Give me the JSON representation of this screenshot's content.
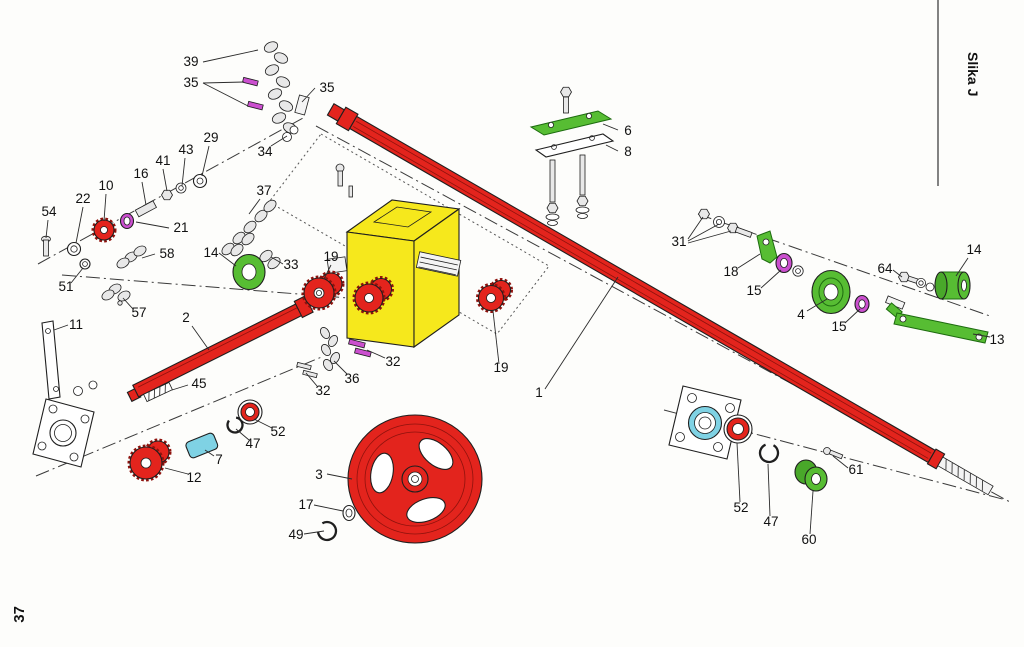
{
  "page": {
    "number": "37",
    "figure_label": "Slika J"
  },
  "colors": {
    "c-red": "#e3241d",
    "c-yellow": "#f6e81c",
    "c-green": "#57bd33",
    "c-green2": "#49a82a",
    "c-magenta": "#cb4fcf",
    "c-cyan": "#7fd2e4"
  },
  "diagram": {
    "type": "exploded-parts-diagram",
    "description": "Exploded view of drive shaft, gearbox, sprockets, chains and wheel assembly"
  },
  "part_labels": [
    {
      "text": "39"
    },
    {
      "text": "35"
    },
    {
      "text": "35"
    },
    {
      "text": "34"
    },
    {
      "text": "29"
    },
    {
      "text": "43"
    },
    {
      "text": "41"
    },
    {
      "text": "16"
    },
    {
      "text": "10"
    },
    {
      "text": "22"
    },
    {
      "text": "54"
    },
    {
      "text": "21"
    },
    {
      "text": "58"
    },
    {
      "text": "51"
    },
    {
      "text": "57"
    },
    {
      "text": "37"
    },
    {
      "text": "14"
    },
    {
      "text": "33"
    },
    {
      "text": "19"
    },
    {
      "text": "11"
    },
    {
      "text": "2"
    },
    {
      "text": "45"
    },
    {
      "text": "36"
    },
    {
      "text": "32"
    },
    {
      "text": "32"
    },
    {
      "text": "6"
    },
    {
      "text": "8"
    },
    {
      "text": "31"
    },
    {
      "text": "18"
    },
    {
      "text": "15"
    },
    {
      "text": "4"
    },
    {
      "text": "15"
    },
    {
      "text": "64"
    },
    {
      "text": "14"
    },
    {
      "text": "13"
    },
    {
      "text": "1"
    },
    {
      "text": "19"
    },
    {
      "text": "47"
    },
    {
      "text": "52"
    },
    {
      "text": "7"
    },
    {
      "text": "12"
    },
    {
      "text": "3"
    },
    {
      "text": "17"
    },
    {
      "text": "49"
    },
    {
      "text": "52"
    },
    {
      "text": "47"
    },
    {
      "text": "61"
    },
    {
      "text": "60"
    }
  ]
}
